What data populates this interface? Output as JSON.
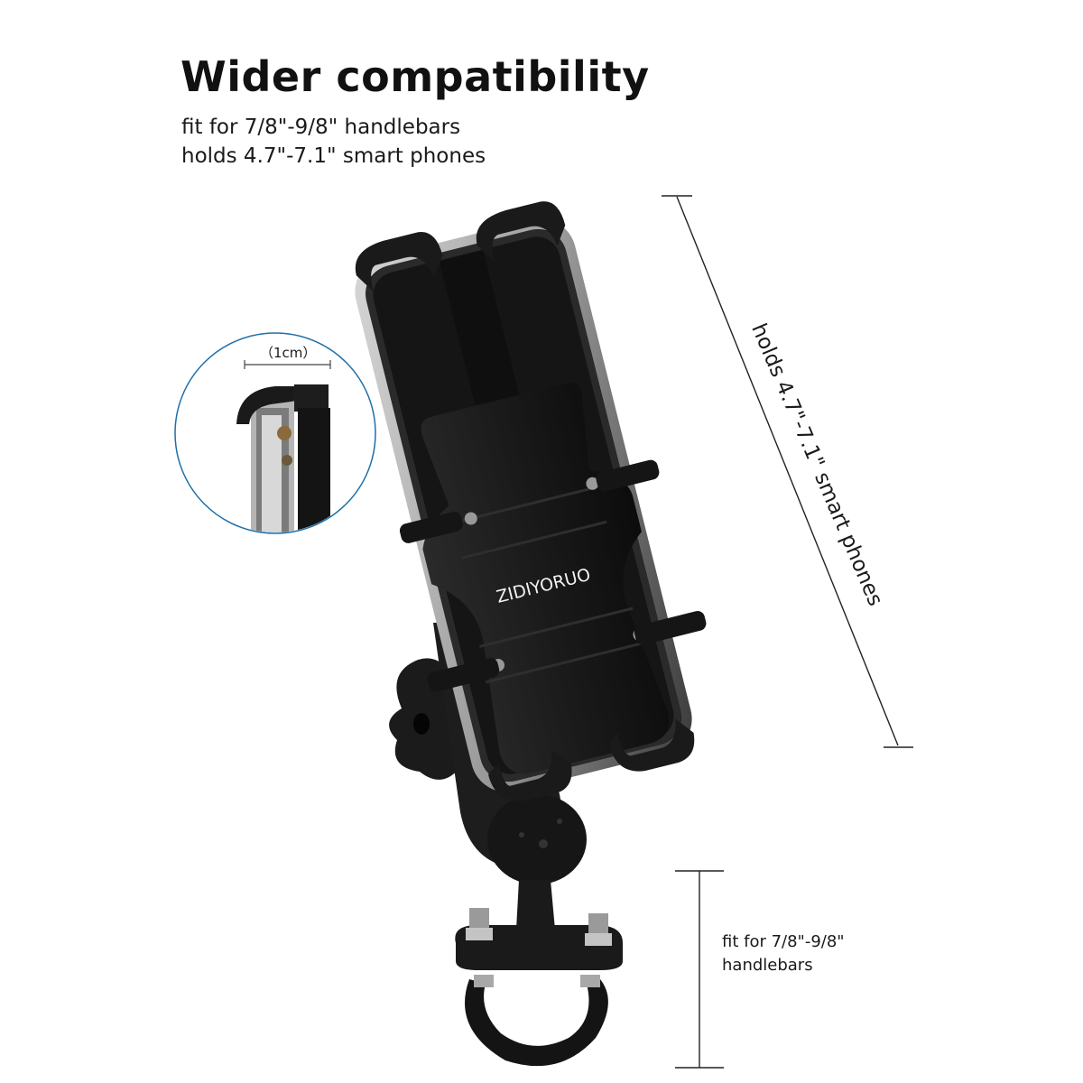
{
  "title": "Wider compatibility",
  "subtitle_lines": [
    "fit for 7/8\"-9/8\" handlebars",
    "holds 4.7\"-7.1\" smart phones"
  ],
  "phone_range_label": "holds 4.7\"-7.1\" smart phones",
  "handlebar_label_lines": [
    "fit for 7/8\"-9/8\"",
    "handlebars"
  ],
  "detail_inset": {
    "label": "（1cm）"
  },
  "brand_text": "ZIDIYORUO",
  "colors": {
    "accent_circle": "#1e6fa8",
    "holder": "#111111",
    "text": "#111111"
  }
}
